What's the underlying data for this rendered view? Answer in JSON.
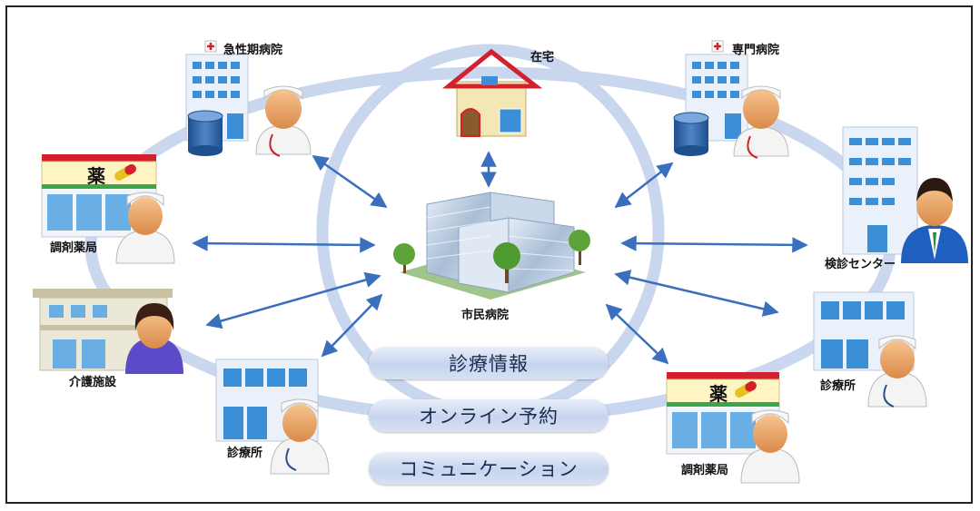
{
  "center": {
    "label": "市民病院"
  },
  "nodes": {
    "acute_hospital": "急性期病院",
    "home": "在宅",
    "specialty_hospital": "専門病院",
    "pharmacy_left": "調剤薬局",
    "checkup_center": "検診センター",
    "care_facility": "介護施設",
    "clinic_right": "診療所",
    "clinic_bottom": "診療所",
    "pharmacy_bottom": "調剤薬局"
  },
  "sign_text": "薬",
  "services": [
    "診療情報",
    "オンライン予約",
    "コミュニケーション"
  ],
  "colors": {
    "ring": "#c6d5ee",
    "arrow": "#3a6fbd",
    "building": "#eaf1fa",
    "window": "#3b8fd6",
    "roof_red": "#d2202d",
    "pill_text": "#1d2b4f"
  }
}
